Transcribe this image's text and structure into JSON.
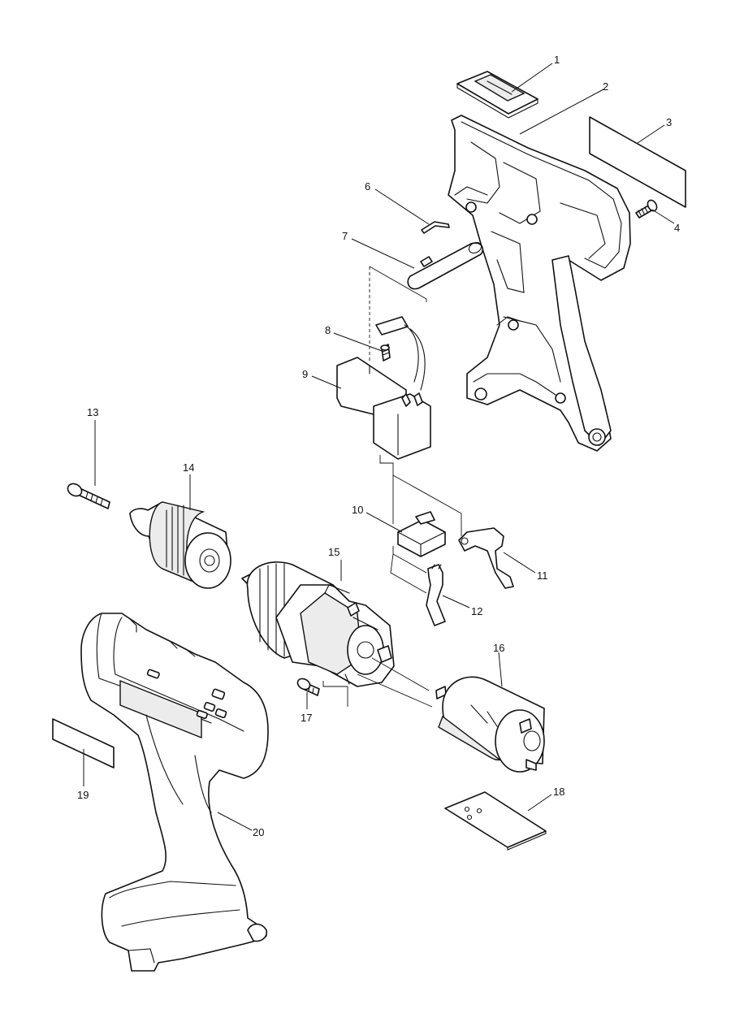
{
  "diagram": {
    "callouts": [
      {
        "id": "1",
        "label": "1"
      },
      {
        "id": "2",
        "label": "2"
      },
      {
        "id": "3",
        "label": "3"
      },
      {
        "id": "4",
        "label": "4"
      },
      {
        "id": "6",
        "label": "6"
      },
      {
        "id": "7",
        "label": "7"
      },
      {
        "id": "8",
        "label": "8"
      },
      {
        "id": "9",
        "label": "9"
      },
      {
        "id": "10",
        "label": "10"
      },
      {
        "id": "11",
        "label": "11"
      },
      {
        "id": "12",
        "label": "12"
      },
      {
        "id": "13",
        "label": "13"
      },
      {
        "id": "14",
        "label": "14"
      },
      {
        "id": "15",
        "label": "15"
      },
      {
        "id": "16",
        "label": "16"
      },
      {
        "id": "17",
        "label": "17"
      },
      {
        "id": "18",
        "label": "18"
      },
      {
        "id": "19",
        "label": "19"
      },
      {
        "id": "20",
        "label": "20"
      }
    ]
  }
}
